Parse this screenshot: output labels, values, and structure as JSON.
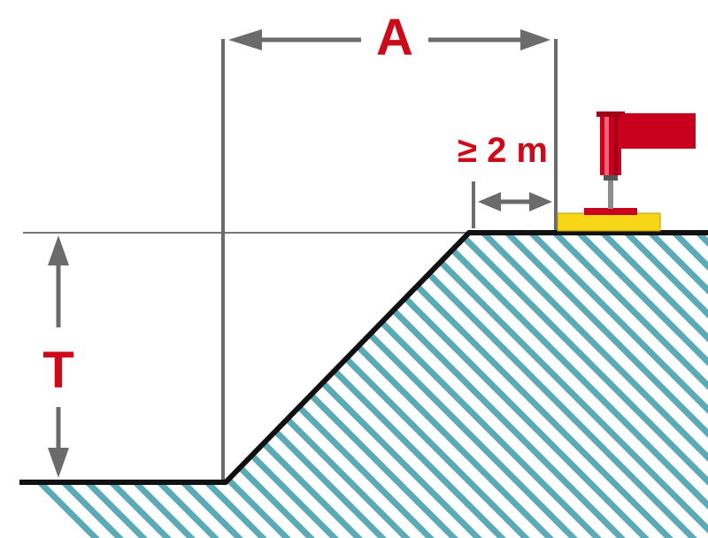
{
  "labels": {
    "width": "A",
    "depth": "T",
    "edge_distance": "≥ 2 m"
  },
  "colors": {
    "text": "#cc0a1a",
    "dimension_line": "#6b6b6b",
    "ground_line": "#111111",
    "hatch": "#5aaab8",
    "machine_red": "#c8001e",
    "machine_base": "#f7d617"
  },
  "icons": {
    "machine": "crane-outrigger-icon"
  }
}
